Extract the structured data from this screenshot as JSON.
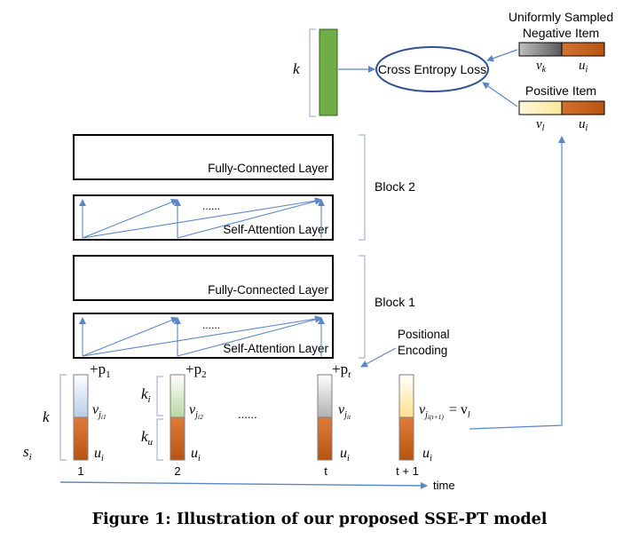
{
  "loss": {
    "label": "Cross Entropy Loss",
    "dim_label": "k"
  },
  "negative": {
    "title_line1": "Uniformly Sampled",
    "title_line2": "Negative Item",
    "left_label": "v",
    "left_sub": "k",
    "right_label": "u",
    "right_sub": "i"
  },
  "positive": {
    "title": "Positive Item",
    "left_label": "v",
    "left_sub": "l",
    "right_label": "u",
    "right_sub": "i"
  },
  "blocks": {
    "block2": {
      "label": "Block 2",
      "fc_label": "Fully-Connected Layer",
      "sa_label": "Self-Attention Layer",
      "dots": "......"
    },
    "block1": {
      "label": "Block 1",
      "fc_label": "Fully-Connected Layer",
      "sa_label": "Self-Attention Layer",
      "dots": "......"
    }
  },
  "positional": {
    "line1": "Positional",
    "line2": "Encoding"
  },
  "inputs": {
    "p1": "+p",
    "p1_sub": "1",
    "p2": "+p",
    "p2_sub": "2",
    "pt": "+p",
    "pt_sub": "t",
    "k": "k",
    "ki": "k",
    "ki_sub": "i",
    "ku": "k",
    "ku_sub": "u",
    "si": "s",
    "si_sub": "i",
    "v1": "v",
    "v1_sub": "j",
    "v1_subsub": "i1",
    "v2": "v",
    "v2_sub": "j",
    "v2_subsub": "i2",
    "vt": "v",
    "vt_sub": "j",
    "vt_subsub": "it",
    "vt1": "v",
    "vt1_sub": "j",
    "vt1_subsub": "i(t+1)",
    "vt1_eq": "= v",
    "vt1_eq_sub": "l",
    "u": "u",
    "u_sub": "i",
    "dots": "......"
  },
  "time": {
    "ticks": [
      "1",
      "2",
      "t",
      "t + 1"
    ],
    "label": "time"
  },
  "caption": "Figure 1: Illustration of our proposed SSE-PT model",
  "colors": {
    "arrow": "#5b87c5",
    "green": "#70ad47",
    "orange": "#c55a11",
    "blue_light": "#dce6f4",
    "green_light": "#d9e8cf",
    "grey": "#7f7f7f",
    "yellow_light": "#fff2cc",
    "bracket": "#a6b4d0"
  }
}
